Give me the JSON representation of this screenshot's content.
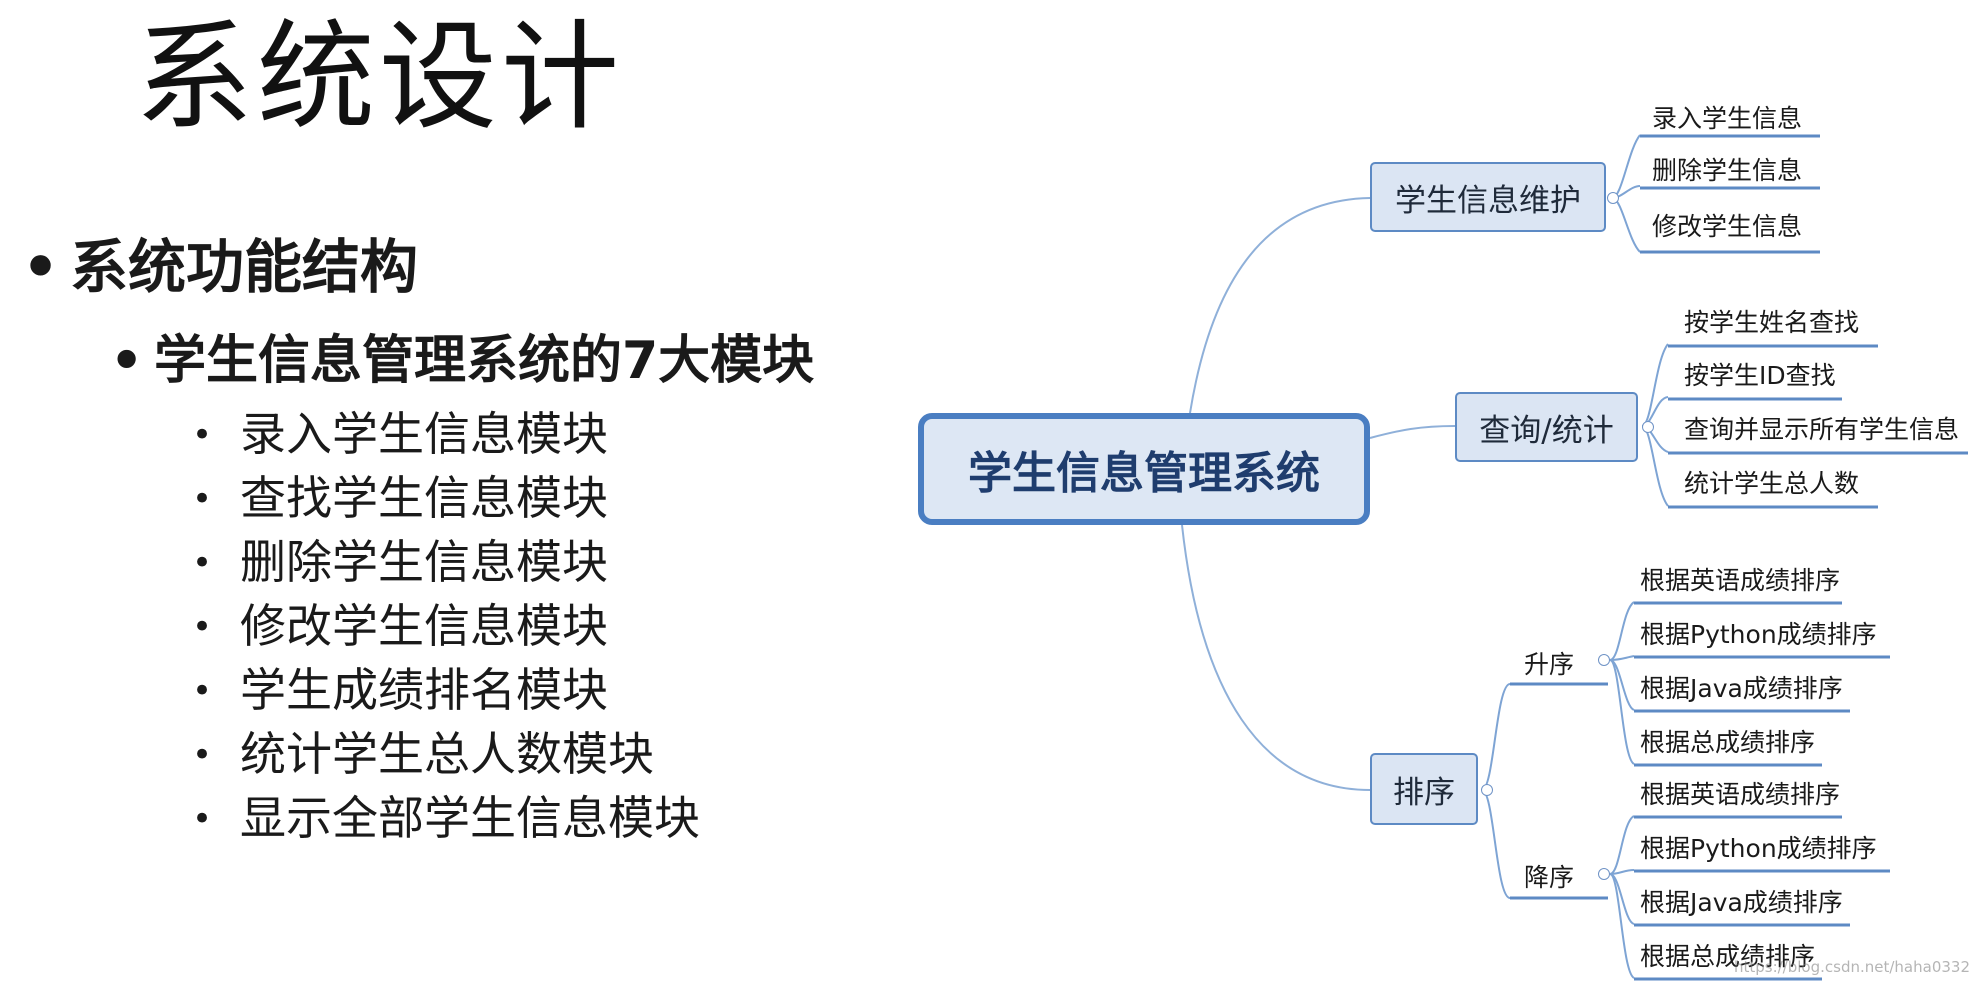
{
  "slide": {
    "title": "系统设计",
    "bullet_l1": "系统功能结构",
    "bullet_l2": "学生信息管理系统的7大模块",
    "modules": [
      "录入学生信息模块",
      "查找学生信息模块",
      "删除学生信息模块",
      "修改学生信息模块",
      "学生成绩排名模块",
      "统计学生总人数模块",
      "显示全部学生信息模块"
    ]
  },
  "mindmap": {
    "root": "学生信息管理系统",
    "maintain": {
      "label": "学生信息维护",
      "items": [
        "录入学生信息",
        "删除学生信息",
        "修改学生信息"
      ]
    },
    "query": {
      "label": "查询/统计",
      "items": [
        "按学生姓名查找",
        "按学生ID查找",
        "查询并显示所有学生信息",
        "统计学生总人数"
      ]
    },
    "sort": {
      "label": "排序",
      "asc": {
        "label": "升序",
        "items": [
          "根据英语成绩排序",
          "根据Python成绩排序",
          "根据Java成绩排序",
          "根据总成绩排序"
        ]
      },
      "desc": {
        "label": "降序",
        "items": [
          "根据英语成绩排序",
          "根据Python成绩排序",
          "根据Java成绩排序",
          "根据总成绩排序"
        ]
      }
    },
    "colors": {
      "line": "#8fb0d9",
      "node_fill": "#dbe5f3",
      "node_border": "#5d8ac4"
    }
  },
  "watermark": "https://blog.csdn.net/haha0332"
}
